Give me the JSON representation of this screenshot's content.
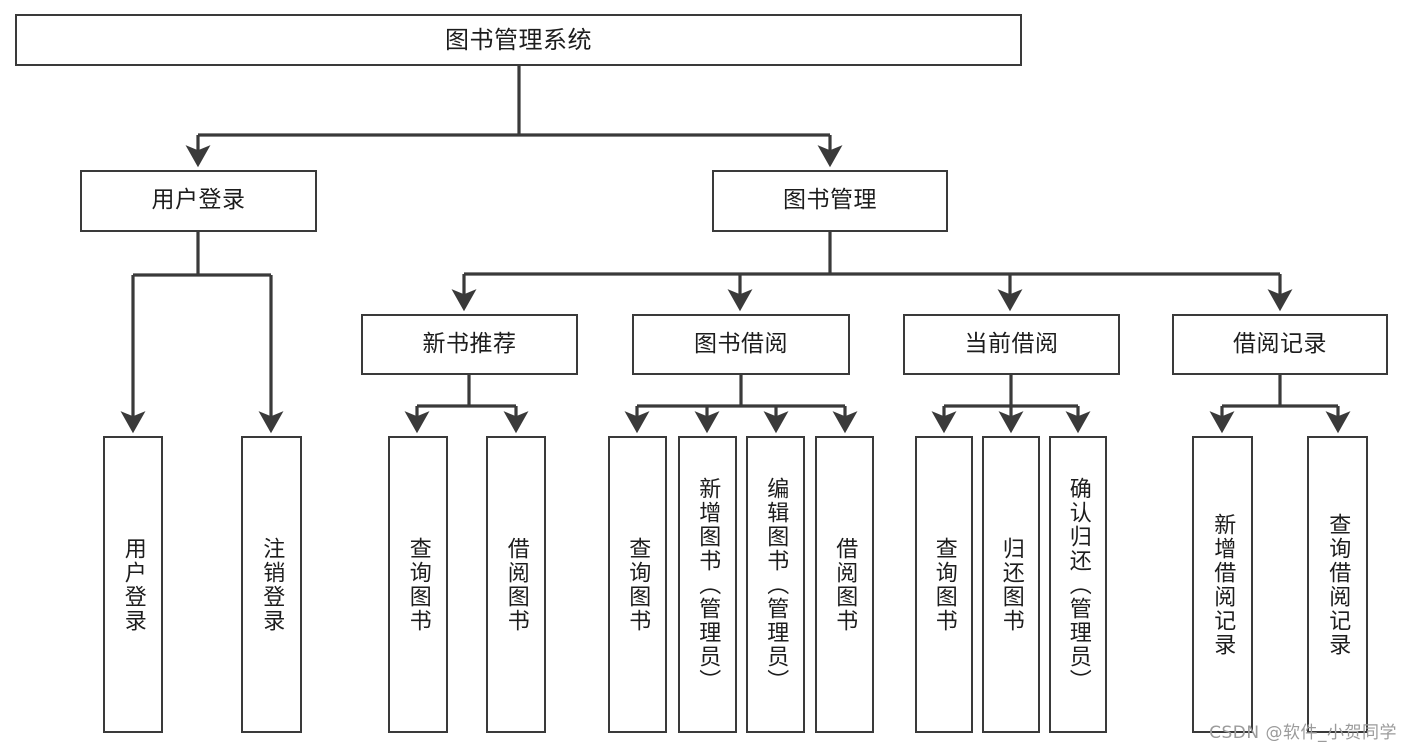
{
  "diagram": {
    "type": "tree",
    "title": "图书管理系统",
    "watermark": "CSDN @软件_小贺同学",
    "colors": {
      "stroke": "#3a3a3a",
      "fill": "#ffffff",
      "text": "#1d1d1d",
      "watermark": "#9b9b9b"
    },
    "nodes": {
      "root": {
        "label": "图书管理系统",
        "level": 1
      },
      "l2": [
        {
          "id": "user-login",
          "label": "用户登录"
        },
        {
          "id": "book-manage",
          "label": "图书管理"
        }
      ],
      "l3": [
        {
          "id": "new-book-recommend",
          "label": "新书推荐"
        },
        {
          "id": "book-borrow",
          "label": "图书借阅"
        },
        {
          "id": "current-borrow",
          "label": "当前借阅"
        },
        {
          "id": "borrow-record",
          "label": "借阅记录"
        }
      ],
      "leaves": {
        "user-login": [
          {
            "id": "leaf-user-login",
            "label": "用户登录"
          },
          {
            "id": "leaf-logout",
            "label": "注销登录"
          }
        ],
        "new-book-recommend": [
          {
            "id": "leaf-query-book-1",
            "label": "查询图书"
          },
          {
            "id": "leaf-borrow-book-1",
            "label": "借阅图书"
          }
        ],
        "book-borrow": [
          {
            "id": "leaf-query-book-2",
            "label": "查询图书"
          },
          {
            "id": "leaf-add-book",
            "label": "新增图书（管理员）"
          },
          {
            "id": "leaf-edit-book",
            "label": "编辑图书（管理员）"
          },
          {
            "id": "leaf-borrow-book-2",
            "label": "借阅图书"
          }
        ],
        "current-borrow": [
          {
            "id": "leaf-query-book-3",
            "label": "查询图书"
          },
          {
            "id": "leaf-return-book",
            "label": "归还图书"
          },
          {
            "id": "leaf-confirm-return",
            "label": "确认归还（管理员）"
          }
        ],
        "borrow-record": [
          {
            "id": "leaf-add-record",
            "label": "新增借阅记录"
          },
          {
            "id": "leaf-query-record",
            "label": "查询借阅记录"
          }
        ]
      }
    }
  }
}
